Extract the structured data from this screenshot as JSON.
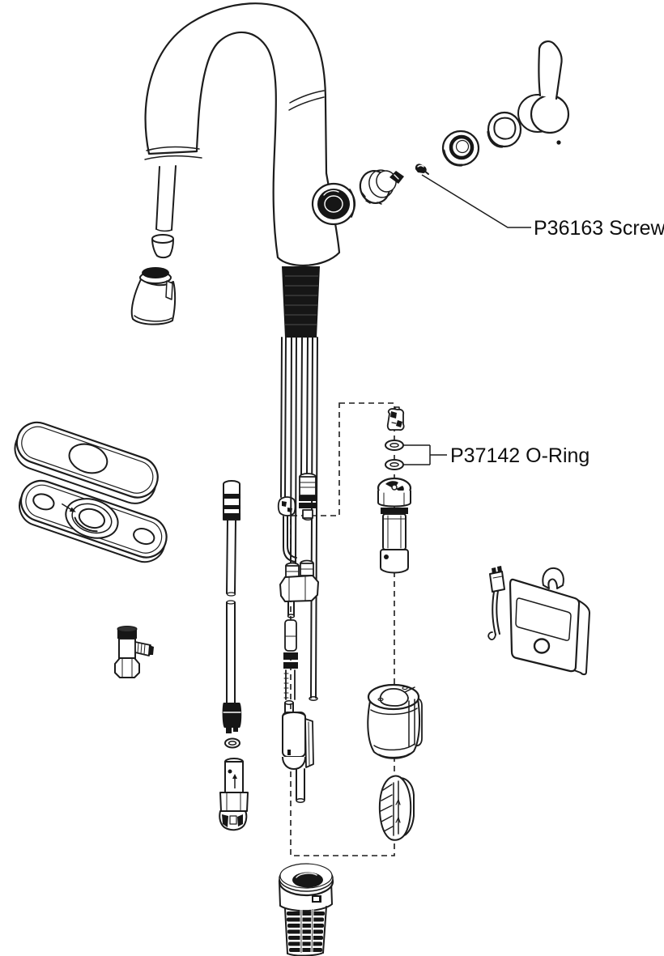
{
  "diagram": {
    "background_color": "#ffffff",
    "line_color": "#1c1c1c",
    "callouts": [
      {
        "part_number": "P36163",
        "part_name": "Screw",
        "label": "P36163 Screw"
      },
      {
        "part_number": "P37142",
        "part_name": "O-Ring",
        "label": "P37142 O-Ring"
      }
    ],
    "parts": [
      "faucet-body",
      "gooseneck-spout",
      "pull-down-spray-head",
      "handle-lever",
      "handle-cap",
      "trim-ring",
      "valve-cartridge",
      "set-screw",
      "escutcheon-plate",
      "mounting-plate",
      "supply-tubes",
      "quick-connect-fitting",
      "retaining-clip",
      "o-rings",
      "hose-quick-connector",
      "hose-weight-top-half",
      "hose-weight-bottom-half",
      "battery-control-box",
      "check-valve-fitting",
      "supply-hose",
      "hose-adapter",
      "aerator-filter",
      "install-zone-dashed-outline"
    ]
  }
}
